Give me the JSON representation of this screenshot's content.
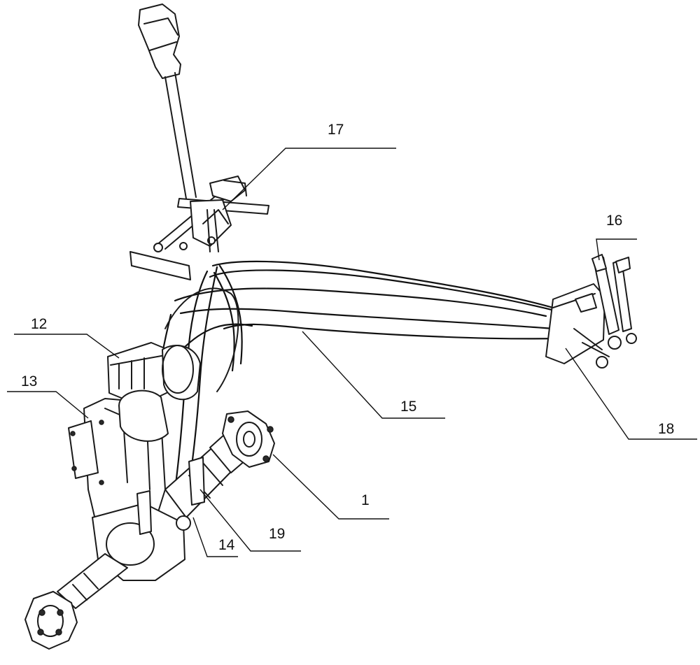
{
  "callouts": {
    "c1": "1",
    "c12": "12",
    "c13": "13",
    "c14": "14",
    "c15": "15",
    "c16": "16",
    "c17": "17",
    "c18": "18",
    "c19": "19"
  },
  "colors": {
    "line": "#1a1a1a",
    "background": "#ffffff"
  }
}
